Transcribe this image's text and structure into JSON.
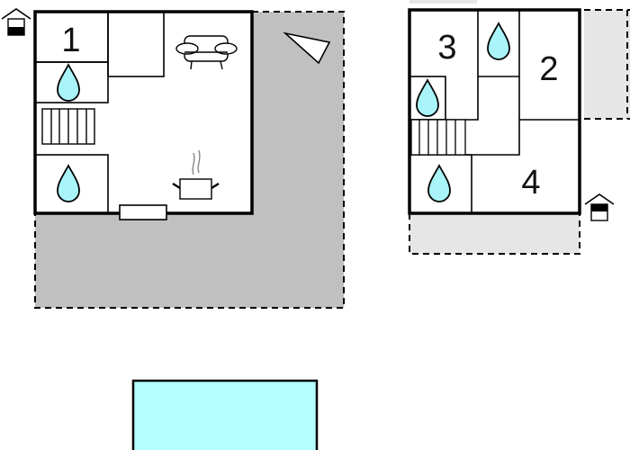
{
  "floor_plans": {
    "ground_floor": {
      "room_labels": [
        "1"
      ],
      "icons": [
        "entrance-icon",
        "bathroom-drop-icon",
        "bathroom-drop-icon",
        "stairs-icon",
        "sofa-icon",
        "kitchen-pot-icon",
        "window-icon",
        "compass-triangle-icon"
      ]
    },
    "upper_floor": {
      "room_labels": [
        "3",
        "2",
        "4"
      ],
      "icons": [
        "bathroom-drop-icon",
        "bathroom-drop-icon",
        "bathroom-drop-icon",
        "stairs-icon",
        "entrance-icon"
      ]
    },
    "pool": {
      "icon": "pool"
    }
  },
  "colors": {
    "wall": "#000000",
    "terrace_dark": "#c0c0c0",
    "terrace_light": "#e6e6e6",
    "water_drop": "#a8f4f8",
    "pool": "#b3ffff"
  }
}
